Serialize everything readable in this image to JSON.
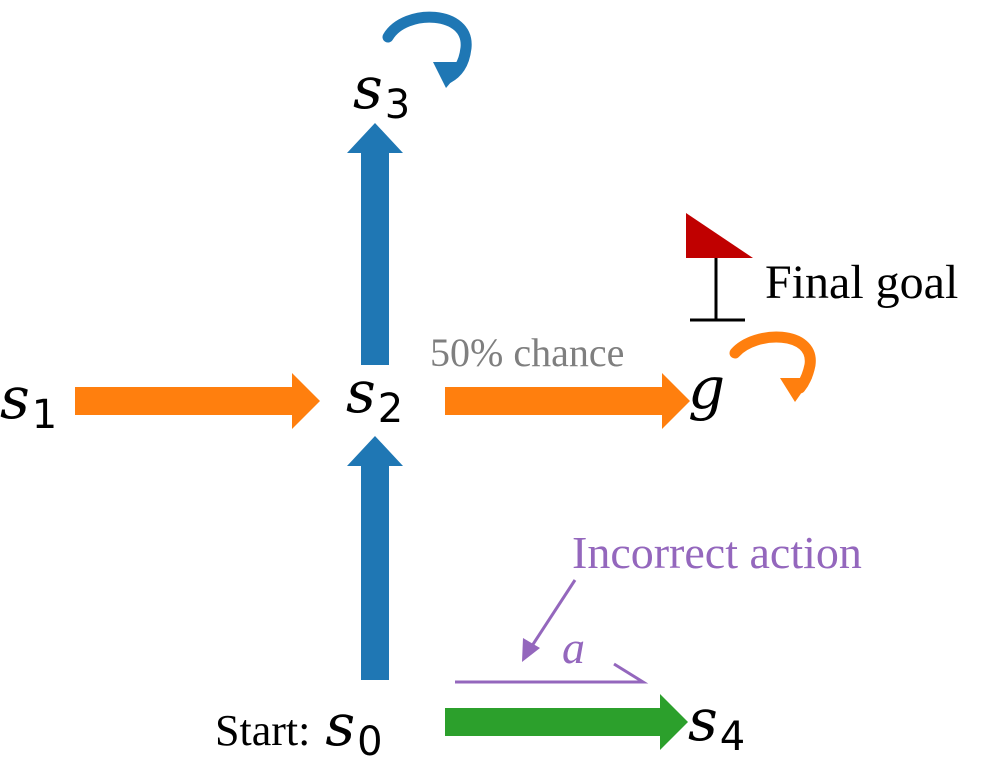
{
  "colors": {
    "blue": "#1F77B4",
    "orange": "#FF7F0E",
    "green": "#2CA02C",
    "purple": "#9467BD",
    "gray": "#7F7F7F",
    "flag": "#C00000",
    "text": "#000000"
  },
  "states": {
    "s0": {
      "base": "s",
      "sub": "0",
      "prefix": "Start: "
    },
    "s1": {
      "base": "s",
      "sub": "1"
    },
    "s2": {
      "base": "s",
      "sub": "2"
    },
    "s3": {
      "base": "s",
      "sub": "3"
    },
    "s4": {
      "base": "s",
      "sub": "4"
    },
    "g": {
      "base": "g"
    }
  },
  "labels": {
    "chance": "50% chance",
    "final_goal": "Final goal",
    "incorrect_action": "Incorrect action",
    "action_symbol": "a"
  },
  "icons": {
    "flag": "flag-icon"
  }
}
